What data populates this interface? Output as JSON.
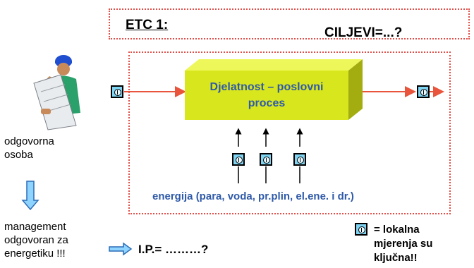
{
  "header": {
    "etc_title": "ETC 1:",
    "goals_label": "CILJEVI=...?"
  },
  "process": {
    "line1": "Djelatnost – poslovni",
    "line2": "proces"
  },
  "energy_label": "energija (para, voda, pr.plin, el.ene. i dr.)",
  "person": {
    "line1": "odgovorna",
    "line2": "osoba"
  },
  "management": {
    "line1": "management",
    "line2": "odgovoran za",
    "line3": "energetiku !!!"
  },
  "ip_label": "I.P.= ………?",
  "legend": {
    "line1": "= lokalna",
    "line2": "mjerenja su",
    "line3": "ključna!!"
  },
  "colors": {
    "arrow": "#e8553c",
    "dotted": "#e0504a",
    "box_front": "#d8e61e",
    "text_blue": "#2f5aa8",
    "meter_fill": "#7fd4f2"
  },
  "icons": {
    "meter": "meter-icon",
    "person": "worker-figure",
    "down_arrow": "down-arrow-icon",
    "right_arrow": "right-arrow-icon"
  }
}
